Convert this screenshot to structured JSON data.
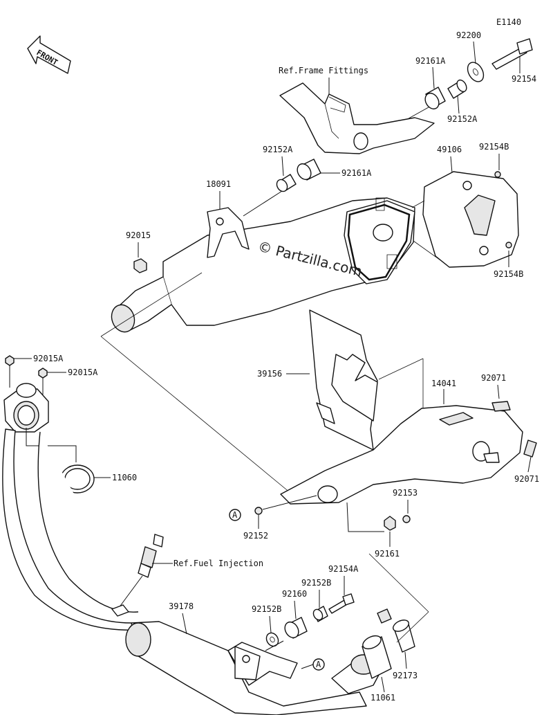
{
  "diagram_code": "E1140",
  "front_label": "FRONT",
  "watermark": "© Partzilla.com",
  "refs": {
    "frame": "Ref.Frame Fittings",
    "fuel": "Ref.Fuel Injection"
  },
  "callouts": {
    "a1": "A",
    "a2": "A"
  },
  "parts": {
    "p92200": "92200",
    "p92161A_top": "92161A",
    "p92154": "92154",
    "p92152A_top": "92152A",
    "p92152A_mid": "92152A",
    "p92161A_mid": "92161A",
    "p49106": "49106",
    "p92154B_top": "92154B",
    "p92154B_bot": "92154B",
    "p18091": "18091",
    "p92015": "92015",
    "p92015A_1": "92015A",
    "p92015A_2": "92015A",
    "p11060": "11060",
    "p39156": "39156",
    "p14041": "14041",
    "p92071_top": "92071",
    "p92071_bot": "92071",
    "p92153": "92153",
    "p92152_a": "92152",
    "p92161": "92161",
    "p92154A": "92154A",
    "p92152B_top": "92152B",
    "p92160": "92160",
    "p39178": "39178",
    "p92152B_low": "92152B",
    "p92173": "92173",
    "p11061": "11061"
  }
}
